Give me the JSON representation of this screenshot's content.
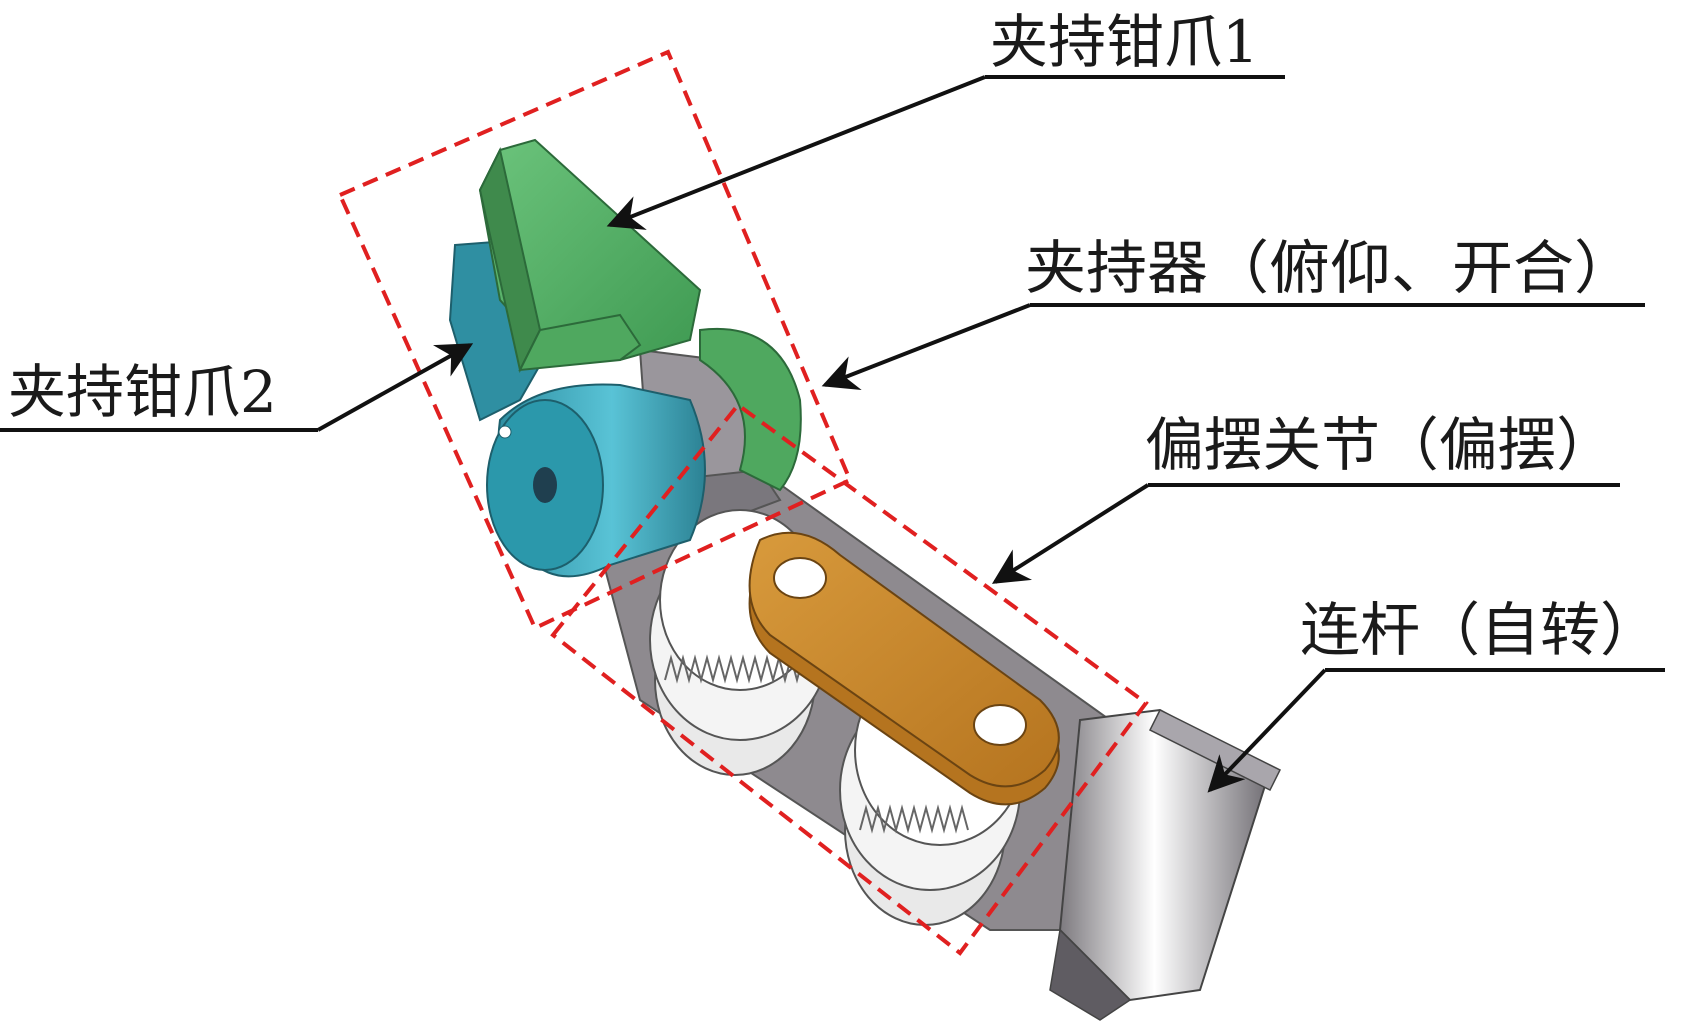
{
  "labels": {
    "jaw1": "夹持钳爪1",
    "jaw2": "夹持钳爪2",
    "gripper": "夹持器（俯仰、开合）",
    "yaw_joint": "偏摆关节（偏摆）",
    "link": "连杆（自转）"
  },
  "colors": {
    "jaw1": "#5bb86d",
    "jaw2": "#3aa7b8",
    "body": "#8e8a8f",
    "plate": "#c98a2e",
    "gear": "#f2f2f2",
    "highlight_box": "#e02020",
    "leader": "#111111"
  }
}
